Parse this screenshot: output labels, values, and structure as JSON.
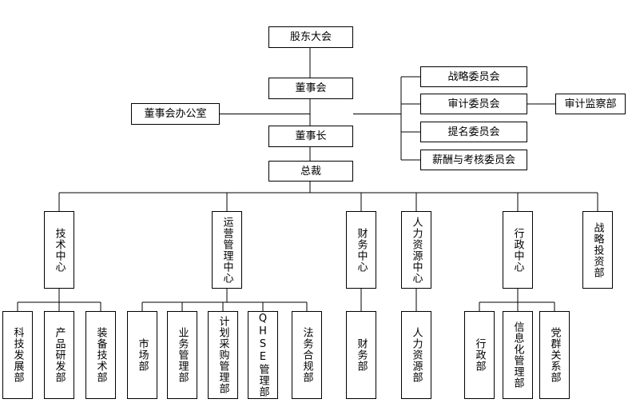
{
  "top": {
    "shareholders": "股东大会",
    "board": "董事会",
    "board_office": "董事会办公室",
    "chairman": "董事长",
    "president": "总裁"
  },
  "committees": {
    "strategy": "战略委员会",
    "audit": "审计委员会",
    "nomination": "提名委员会",
    "compensation": "薪酬与考核委员会",
    "audit_dept": "审计监察部"
  },
  "centers": {
    "tech": "技术中心",
    "ops": "运营管理中心",
    "finance": "财务中心",
    "hr": "人力资源中心",
    "admin": "行政中心",
    "strategic_invest": "战略投资部"
  },
  "departments": {
    "tech_dev": "科技发展部",
    "product_rd": "产品研发部",
    "equip_tech": "装备技术部",
    "market": "市场部",
    "business_mgmt": "业务管理部",
    "planning_proc": "计划采购管理部",
    "qhse": "QHSE管理部",
    "legal": "法务合规部",
    "finance": "财务部",
    "hr": "人力资源部",
    "admin": "行政部",
    "it_mgmt": "信息化管理部",
    "party": "党群关系部"
  }
}
